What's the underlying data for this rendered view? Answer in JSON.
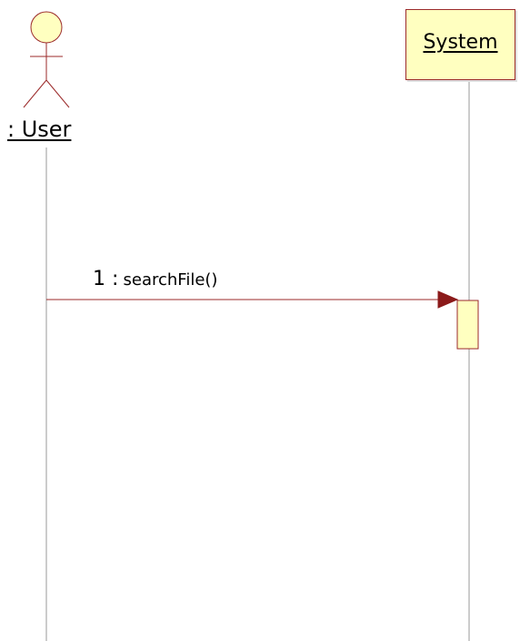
{
  "actor": {
    "label": ": User",
    "icon": "stick-figure-icon"
  },
  "object": {
    "label": "System"
  },
  "message": {
    "sequence": "1 :",
    "name": "searchFile()"
  },
  "colors": {
    "object_fill": "#ffffc0",
    "activation_fill": "#ffffc0",
    "line": "#9b2a2a",
    "lifeline": "#999999"
  }
}
